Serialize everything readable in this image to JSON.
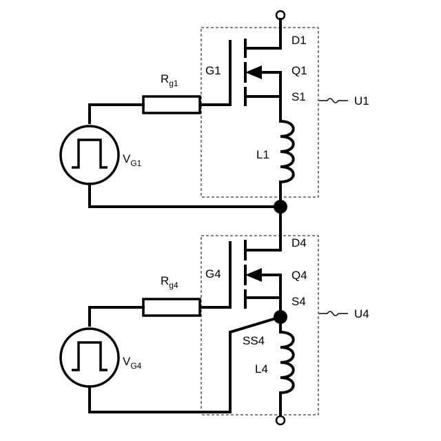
{
  "unit1": {
    "label": "U1",
    "drain": "D1",
    "gate": "G1",
    "transistor": "Q1",
    "source": "S1",
    "inductor": "L1",
    "resistor": {
      "main": "R",
      "sub": "g1"
    },
    "voltage_source": {
      "main": "V",
      "sub": "G1"
    }
  },
  "unit4": {
    "label": "U4",
    "drain": "D4",
    "gate": "G4",
    "transistor": "Q4",
    "source": "S4",
    "sense_source": "SS4",
    "inductor": "L4",
    "resistor": {
      "main": "R",
      "sub": "g4"
    },
    "voltage_source": {
      "main": "V",
      "sub": "G4"
    }
  }
}
